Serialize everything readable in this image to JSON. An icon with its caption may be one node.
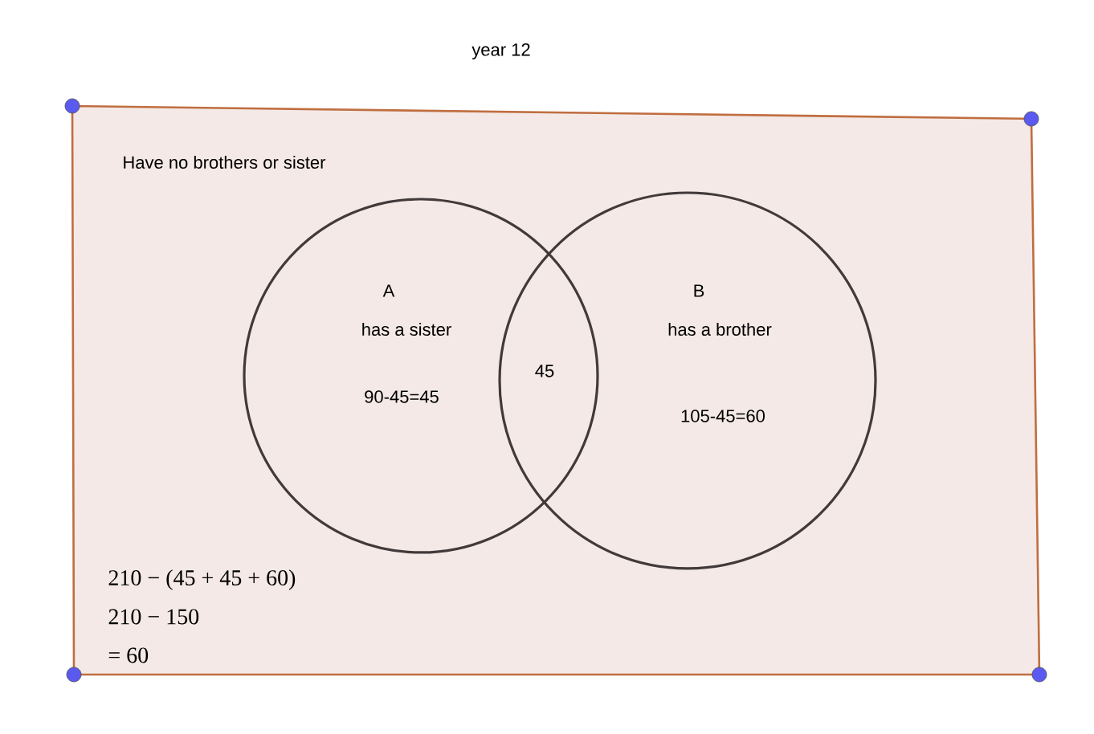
{
  "diagram": {
    "title": "year 12",
    "nodes": [
      {
        "text": [
          "Have no brothers or sister"
        ]
      },
      {
        "text": [
          "A",
          "has a sister",
          "90-45=45"
        ],
        "in": 0
      },
      {
        "text": [
          "B",
          "has a brother",
          "105-45=60"
        ],
        "in": 0
      }
    ],
    "edges": [],
    "labels": [
      "45",
      "210 − (45 + 45 + 60)",
      "210 − 150",
      "= 60"
    ]
  }
}
